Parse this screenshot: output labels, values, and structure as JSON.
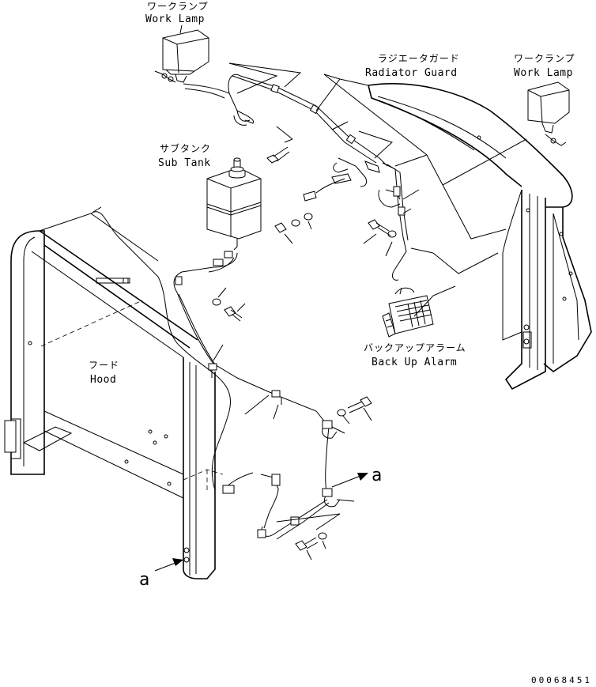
{
  "labels": {
    "work_lamp_left_jp": "ワークランプ",
    "work_lamp_left_en": "Work Lamp",
    "radiator_guard_jp": "ラジエータガード",
    "radiator_guard_en": "Radiator Guard",
    "work_lamp_right_jp": "ワークランプ",
    "work_lamp_right_en": "Work Lamp",
    "sub_tank_jp": "サブタンク",
    "sub_tank_en": "Sub Tank",
    "hood_jp": "フード",
    "hood_en": "Hood",
    "back_up_alarm_jp": "バックアップアラーム",
    "back_up_alarm_en": "Back Up Alarm",
    "view_arrow_right": "a",
    "view_arrow_left": "a"
  },
  "drawing_number": "00068451"
}
